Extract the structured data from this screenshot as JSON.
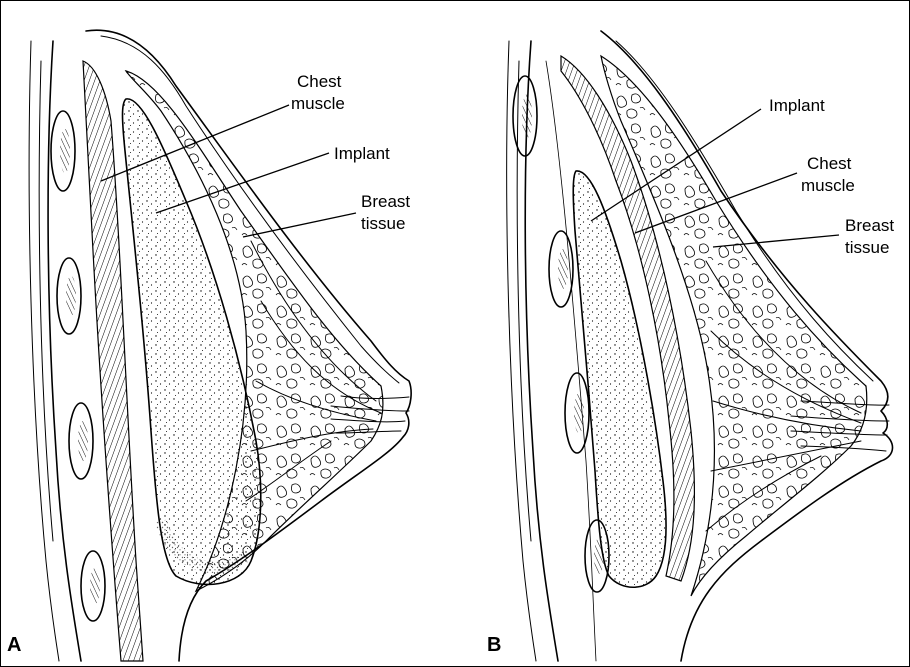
{
  "panels": [
    {
      "letter": "A",
      "labels": {
        "chest_muscle": [
          "Chest",
          "muscle"
        ],
        "implant": "Implant",
        "breast_tissue": [
          "Breast",
          "tissue"
        ]
      }
    },
    {
      "letter": "B",
      "labels": {
        "implant": "Implant",
        "chest_muscle": [
          "Chest",
          "muscle"
        ],
        "breast_tissue": [
          "Breast",
          "tissue"
        ]
      }
    }
  ]
}
